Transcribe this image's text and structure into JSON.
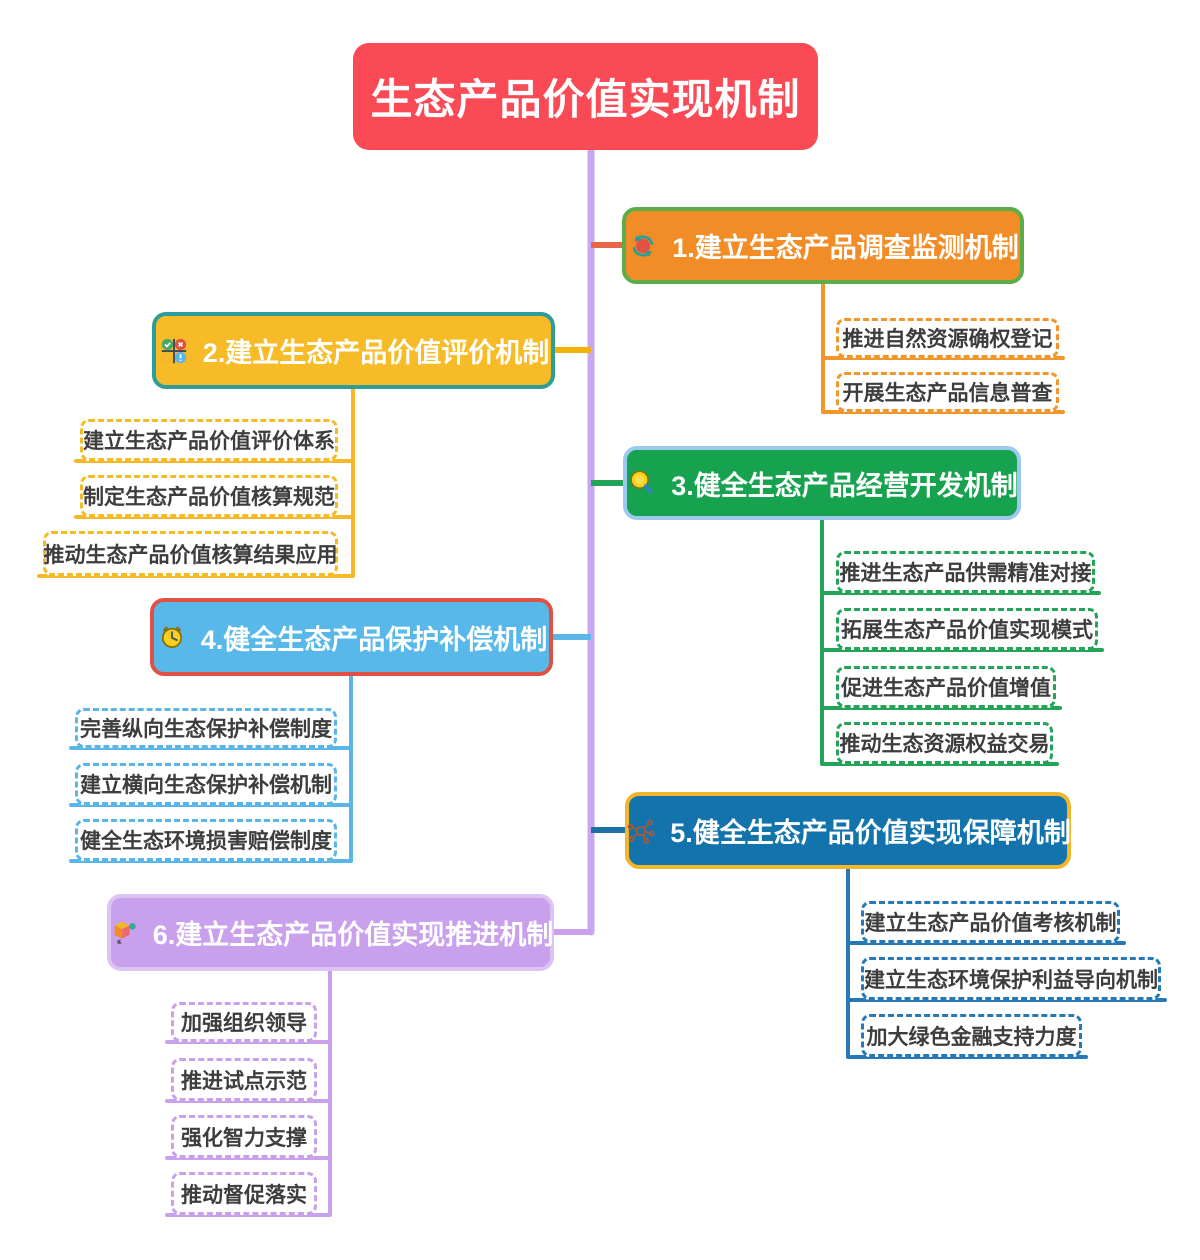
{
  "title": "生态产品价值实现机制",
  "colors": {
    "canvas_bg": "#FFFFFF",
    "root_bg": "#FA4A55",
    "root_text": "#FFFFFF",
    "trunk": "#C9A6F0",
    "child_text": "#3D3D3D",
    "child_bg": "#FFFFFF"
  },
  "branches": [
    {
      "label": "1.建立生态产品调查监测机制",
      "icon": "cycle-refresh-icon",
      "side": "right",
      "fill": "#F28C26",
      "border": "#5BAE47",
      "line": "#E8654A",
      "child_color": "#F2962B",
      "children": [
        "推进自然资源确权登记",
        "开展生态产品信息普查"
      ]
    },
    {
      "label": "2.建立生态产品价值评价机制",
      "icon": "grid-status-icon",
      "side": "left",
      "fill": "#F6BB27",
      "border": "#2E9D98",
      "line": "#F2B30B",
      "child_color": "#F5BA25",
      "children": [
        "建立生态产品价值评价体系",
        "制定生态产品价值核算规范",
        "推动生态产品价值核算结果应用"
      ]
    },
    {
      "label": "3.健全生态产品经营开发机制",
      "icon": "magnifier-icon",
      "side": "right",
      "fill": "#17A24F",
      "border": "#9DC9EF",
      "line": "#23A458",
      "child_color": "#23A458",
      "children": [
        "推进生态产品供需精准对接",
        "拓展生态产品价值实现模式",
        "促进生态产品价值增值",
        "推动生态资源权益交易"
      ]
    },
    {
      "label": "4.健全生态产品保护补偿机制",
      "icon": "clock-icon",
      "side": "left",
      "fill": "#57B8E9",
      "border": "#DF5243",
      "line": "#5AB6E8",
      "child_color": "#58B7E8",
      "children": [
        "完善纵向生态保护补偿制度",
        "建立横向生态保护补偿机制",
        "健全生态环境损害赔偿制度"
      ]
    },
    {
      "label": "5.健全生态产品价值实现保障机制",
      "icon": "molecule-icon",
      "side": "right",
      "fill": "#1373AC",
      "border": "#F2B62A",
      "line": "#1E6FA6",
      "child_color": "#2679B6",
      "children": [
        "建立生态产品价值考核机制",
        "建立生态环境保护利益导向机制",
        "加大绿色金融支持力度"
      ]
    },
    {
      "label": "6.建立生态产品价值实现推进机制",
      "icon": "cube-icon",
      "side": "left",
      "fill": "#C9A0EC",
      "border": "#DCC2F5",
      "line": "#C9A0EC",
      "child_color": "#C9A0EC",
      "children": [
        "加强组织领导",
        "推进试点示范",
        "强化智力支撑",
        "推动督促落实"
      ]
    }
  ]
}
